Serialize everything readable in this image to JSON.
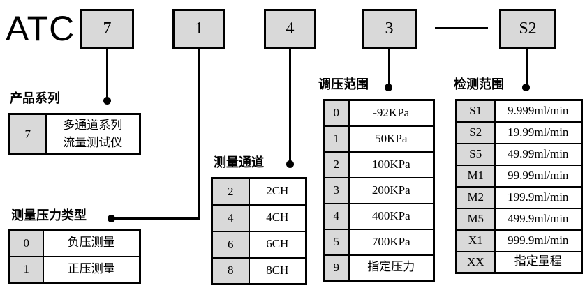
{
  "code": {
    "prefix": "ATC",
    "segments": [
      "7",
      "1",
      "4",
      "3",
      "S2"
    ]
  },
  "colors": {
    "box_fill": "#d9d9d9",
    "line": "#000000",
    "background": "#ffffff"
  },
  "tables": [
    {
      "title": "产品系列",
      "rows": [
        {
          "code": "7",
          "desc": "多通道系列\n流量测试仪"
        }
      ]
    },
    {
      "title": "测量压力类型",
      "rows": [
        {
          "code": "0",
          "desc": "负压测量"
        },
        {
          "code": "1",
          "desc": "正压测量"
        }
      ]
    },
    {
      "title": "测量通道",
      "rows": [
        {
          "code": "2",
          "desc": "2CH"
        },
        {
          "code": "4",
          "desc": "4CH"
        },
        {
          "code": "6",
          "desc": "6CH"
        },
        {
          "code": "8",
          "desc": "8CH"
        }
      ]
    },
    {
      "title": "调压范围",
      "rows": [
        {
          "code": "0",
          "desc": "-92KPa"
        },
        {
          "code": "1",
          "desc": "50KPa"
        },
        {
          "code": "2",
          "desc": "100KPa"
        },
        {
          "code": "3",
          "desc": "200KPa"
        },
        {
          "code": "4",
          "desc": "400KPa"
        },
        {
          "code": "5",
          "desc": "700KPa"
        },
        {
          "code": "9",
          "desc": "指定压力"
        }
      ]
    },
    {
      "title": "检测范围",
      "rows": [
        {
          "code": "S1",
          "desc": "9.999ml/min"
        },
        {
          "code": "S2",
          "desc": "19.99ml/min"
        },
        {
          "code": "S5",
          "desc": "49.99ml/min"
        },
        {
          "code": "M1",
          "desc": "99.99ml/min"
        },
        {
          "code": "M2",
          "desc": "199.9ml/min"
        },
        {
          "code": "M5",
          "desc": "499.9ml/min"
        },
        {
          "code": "X1",
          "desc": "999.9ml/min"
        },
        {
          "code": "XX",
          "desc": "指定量程"
        }
      ]
    }
  ]
}
